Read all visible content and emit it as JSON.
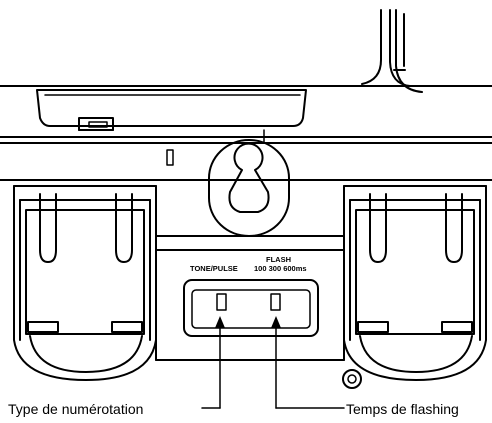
{
  "switch_panel": {
    "tone_pulse": "TONE/PULSE",
    "flash": "FLASH",
    "flash_values": "100 300 600ms"
  },
  "callouts": {
    "dial_type": "Type de numérotation",
    "flash_time": "Temps de flashing"
  }
}
